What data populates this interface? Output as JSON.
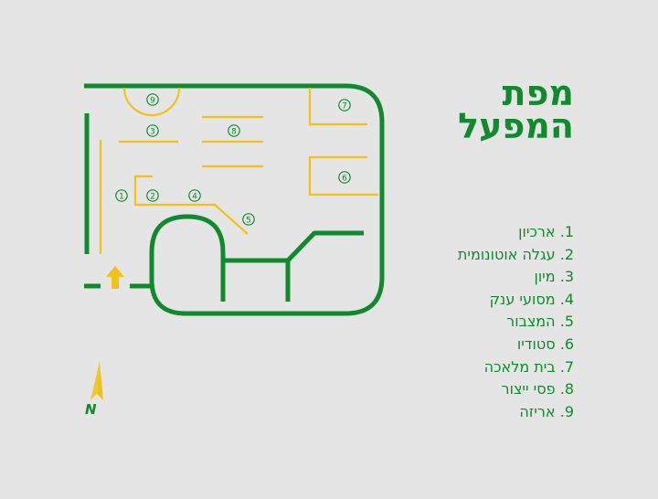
{
  "title": {
    "line1": "מפת",
    "line2": "המפעל"
  },
  "legend": [
    {
      "number": "1.",
      "label": "ארכיון"
    },
    {
      "number": "2.",
      "label": "עגלה אוטונומית"
    },
    {
      "number": "3.",
      "label": "מיון"
    },
    {
      "number": "4.",
      "label": "מסועי ענק"
    },
    {
      "number": "5.",
      "label": "המצבור"
    },
    {
      "number": "6.",
      "label": "סטודיו"
    },
    {
      "number": "7.",
      "label": "בית מלאכה"
    },
    {
      "number": "8.",
      "label": "פסי ייצור"
    },
    {
      "number": "9.",
      "label": "אריזה"
    }
  ],
  "markers": [
    "1",
    "2",
    "3",
    "4",
    "5",
    "6",
    "7",
    "8",
    "9"
  ],
  "compass": {
    "label": "N",
    "icon": "north-arrow-icon"
  },
  "entrance": {
    "icon": "entrance-arrow-icon"
  },
  "colors": {
    "background": "#e5e5e5",
    "walls": "#118a2f",
    "areas": "#f2c21b"
  }
}
